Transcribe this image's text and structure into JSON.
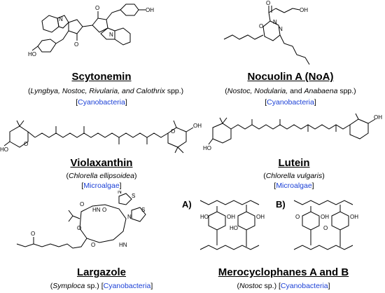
{
  "compounds": [
    {
      "name": "Scytonemin",
      "source_parts": [
        "(",
        "Lyngbya, Nostoc, Rivularia, and Calothrix",
        " spp.)"
      ],
      "category": "Cyanobacteria",
      "atoms": [
        "OH",
        "O",
        "N",
        "HO",
        "O",
        "N"
      ]
    },
    {
      "name": "Nocuolin A (NoA)",
      "source_parts": [
        "(",
        "Nostoc, Nodularia,",
        " and ",
        "Anabaena",
        " spp.)"
      ],
      "category": "Cyanobacteria",
      "atoms": [
        "O",
        "OH",
        "N",
        "O",
        "N"
      ]
    },
    {
      "name": "Violaxanthin",
      "source_parts": [
        "(",
        "Chlorella ellipsoidea",
        ")"
      ],
      "category": "Microalgae",
      "atoms": [
        "OH",
        "O",
        "HO",
        "O"
      ]
    },
    {
      "name": "Lutein",
      "source_parts": [
        "(",
        "Chlorella vulgaris",
        ")"
      ],
      "category": "Microalgae",
      "atoms": [
        "OH",
        "HO"
      ]
    },
    {
      "name": "Largazole",
      "source_parts": [
        "(",
        "Symploca",
        " sp.) "
      ],
      "category": "Cyanobacteria",
      "atoms": [
        "O",
        "N",
        "S",
        "HN",
        "O",
        "N",
        "O",
        "S",
        "O",
        "O",
        "HN"
      ]
    },
    {
      "name": "Merocyclophanes A and B",
      "source_parts": [
        "(",
        "Nostoc",
        " sp.) "
      ],
      "category": "Cyanobacteria",
      "panel_tags": [
        "A)",
        "B)"
      ],
      "atoms": [
        "OH",
        "HO",
        "OH",
        "HO",
        "OH",
        "O",
        "OH",
        "O"
      ]
    }
  ]
}
